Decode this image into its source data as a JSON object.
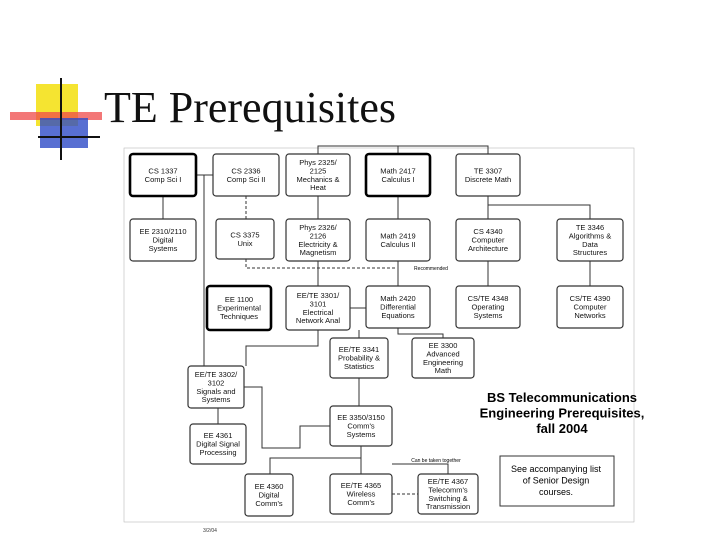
{
  "title": "TE Prerequisites",
  "colors": {
    "deco_yellow": "#f5e431",
    "deco_red": "#ef4a4a",
    "deco_blue": "#2e4bc7",
    "line": "#333333"
  },
  "diagram": {
    "heading_lines": [
      "BS Telecommunications",
      "Engineering Prerequisites,",
      "fall 2004"
    ],
    "note_lines": [
      "See accompanying list",
      "of Senior Design",
      "courses."
    ],
    "label_recommended": "Recommended",
    "label_together": "Can be taken together",
    "date_stamp": "3/2/04",
    "boxes": [
      {
        "id": "cs1337",
        "lines": [
          "CS 1337",
          "Comp Sci I"
        ],
        "bold": true
      },
      {
        "id": "cs2336",
        "lines": [
          "CS 2336",
          "Comp Sci II"
        ],
        "bold": false
      },
      {
        "id": "phys2325",
        "lines": [
          "Phys 2325/",
          "2125",
          "Mechanics &",
          "Heat"
        ],
        "bold": false
      },
      {
        "id": "math2417",
        "lines": [
          "Math 2417",
          "Calculus I"
        ],
        "bold": true
      },
      {
        "id": "te3307",
        "lines": [
          "TE 3307",
          "Discrete Math"
        ],
        "bold": false
      },
      {
        "id": "ee2310",
        "lines": [
          "EE 2310/2110",
          "Digital",
          "Systems"
        ],
        "bold": false
      },
      {
        "id": "cs3375",
        "lines": [
          "CS 3375",
          "Unix"
        ],
        "bold": false
      },
      {
        "id": "phys2326",
        "lines": [
          "Phys 2326/",
          "2126",
          "Electricity &",
          "Magnetism"
        ],
        "bold": false
      },
      {
        "id": "math2419",
        "lines": [
          "Math 2419",
          "Calculus II"
        ],
        "bold": false
      },
      {
        "id": "cs4340",
        "lines": [
          "CS 4340",
          "Computer",
          "Architecture"
        ],
        "bold": false
      },
      {
        "id": "te3346",
        "lines": [
          "TE 3346",
          "Algorithms &",
          "Data",
          "Structures"
        ],
        "bold": false
      },
      {
        "id": "ee1100",
        "lines": [
          "EE 1100",
          "Experimental",
          "Techniques"
        ],
        "bold": true
      },
      {
        "id": "ee3301",
        "lines": [
          "EE/TE 3301/",
          "3101",
          "Electrical",
          "Network Anal"
        ],
        "bold": false
      },
      {
        "id": "math2420",
        "lines": [
          "Math 2420",
          "Differential",
          "Equations"
        ],
        "bold": false
      },
      {
        "id": "cs4348",
        "lines": [
          "CS/TE 4348",
          "Operating",
          "Systems"
        ],
        "bold": false
      },
      {
        "id": "cs4390",
        "lines": [
          "CS/TE 4390",
          "Computer",
          "Networks"
        ],
        "bold": false
      },
      {
        "id": "ee3341",
        "lines": [
          "EE/TE 3341",
          "Probability &",
          "Statistics"
        ],
        "bold": false
      },
      {
        "id": "ee3300",
        "lines": [
          "EE 3300",
          "Advanced",
          "Engineering",
          "Math"
        ],
        "bold": false
      },
      {
        "id": "ee3302",
        "lines": [
          "EE/TE 3302/",
          "3102",
          "Signals and",
          "Systems"
        ],
        "bold": false
      },
      {
        "id": "ee3350",
        "lines": [
          "EE 3350/3150",
          "Comm's",
          "Systems"
        ],
        "bold": false
      },
      {
        "id": "ee4361",
        "lines": [
          "EE 4361",
          "Digital Signal",
          "Processing"
        ],
        "bold": false
      },
      {
        "id": "ee4360",
        "lines": [
          "EE 4360",
          "Digital",
          "Comm's"
        ],
        "bold": false
      },
      {
        "id": "ee4365",
        "lines": [
          "EE/TE 4365",
          "Wireless",
          "Comm's"
        ],
        "bold": false
      },
      {
        "id": "ee4367",
        "lines": [
          "EE/TE 4367",
          "Telecomm's",
          "Switching &",
          "Transmission"
        ],
        "bold": false
      }
    ]
  }
}
